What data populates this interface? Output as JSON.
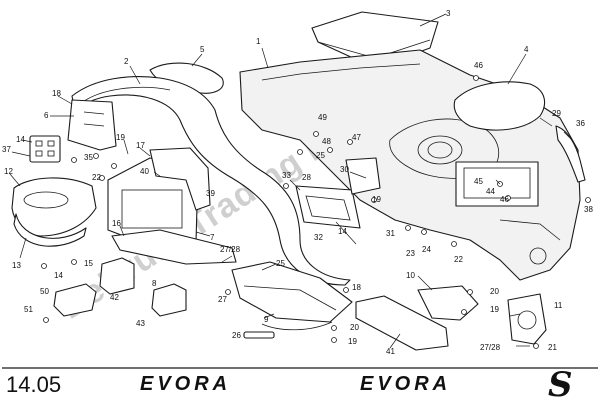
{
  "page_number": "14.05",
  "brand_text": [
    "EVORA",
    "EVORA"
  ],
  "brand_suffix": "S",
  "watermark": "DeBruin Trading Ltd",
  "callouts": [
    "1",
    "2",
    "3",
    "4",
    "5",
    "6",
    "7",
    "8",
    "9",
    "10",
    "11",
    "12",
    "13",
    "14",
    "14",
    "14",
    "15",
    "16",
    "17",
    "18",
    "18",
    "19",
    "19",
    "19",
    "19",
    "20",
    "20",
    "21",
    "22",
    "22",
    "23",
    "24",
    "25",
    "25",
    "26",
    "27/28",
    "27/28",
    "27",
    "28",
    "29",
    "30",
    "31",
    "32",
    "33",
    "35",
    "36",
    "37",
    "38",
    "39",
    "40",
    "41",
    "42",
    "43",
    "44",
    "45",
    "46",
    "46",
    "47",
    "48",
    "49",
    "50",
    "51"
  ]
}
